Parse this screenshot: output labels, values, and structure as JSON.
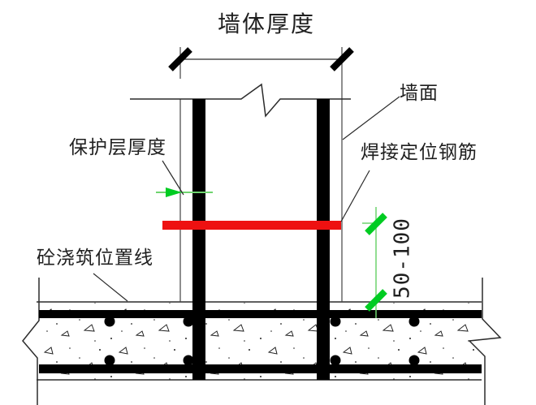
{
  "diagram": {
    "title_hint": "wall rebar positioning construction detail",
    "labels": {
      "wall_thickness": "墙体厚度",
      "wall_face": "墙面",
      "cover_thickness": "保护层厚度",
      "weld_rebar": "焊接定位钢筋",
      "pour_line": "砼浇筑位置线",
      "spacing": "50-100"
    },
    "colors": {
      "thin_line": "#2b2b2b",
      "rebar_black": "#000000",
      "positioning_bar_red": "#ee1111",
      "dim_green": "#00cc22",
      "dim_green_light": "#6fd46f",
      "text": "#1f1f1f"
    }
  }
}
